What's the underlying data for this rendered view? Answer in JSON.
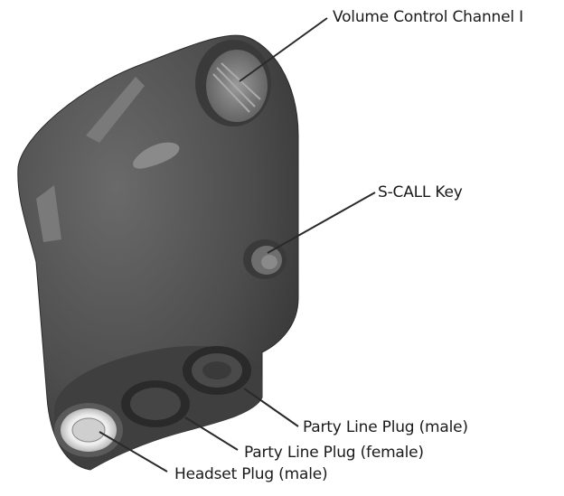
{
  "colors": {
    "body": "#4d4d4d",
    "body_dark": "#2e2e2e",
    "body_light": "#6b6b6b",
    "leader_line": "#2a2a2a",
    "label_text": "#1a1a1a",
    "headset_plug": "#d9d9d9"
  },
  "callouts": {
    "volume_control": "Volume Control Channel I",
    "s_call_key": "S-CALL Key",
    "party_line_male": "Party Line Plug (male)",
    "party_line_female": "Party Line Plug (female)",
    "headset_male": "Headset Plug (male)"
  }
}
